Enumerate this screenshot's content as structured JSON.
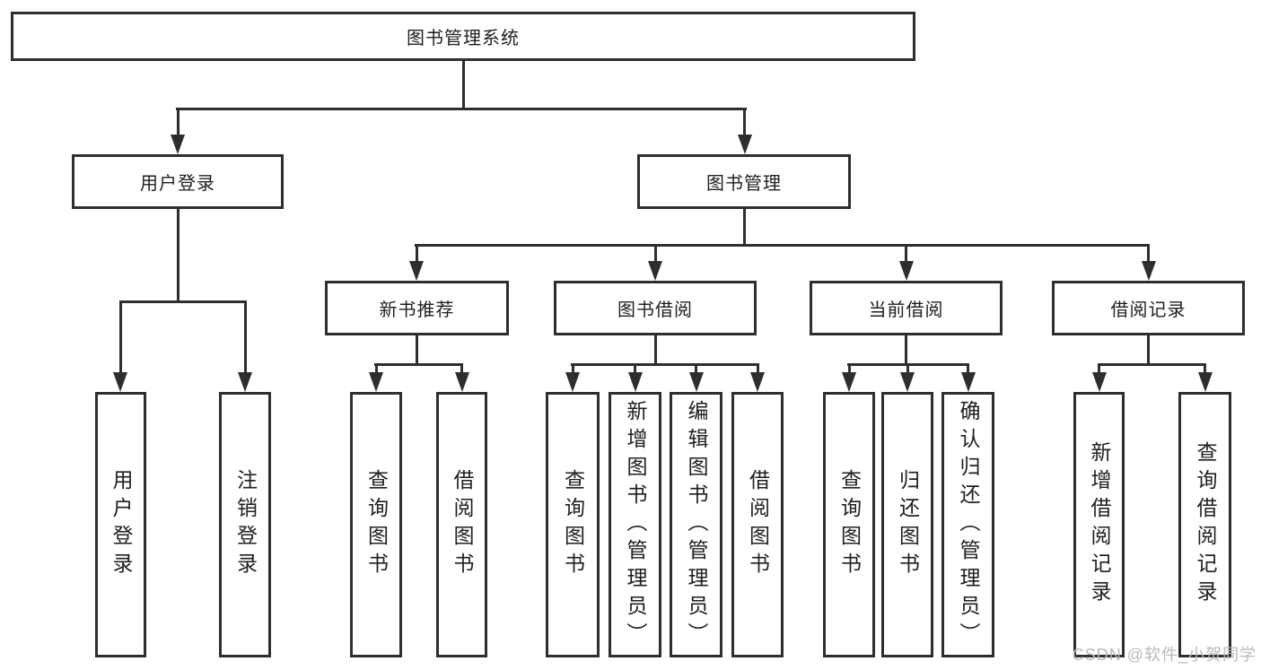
{
  "root": "图书管理系统",
  "modules": {
    "user_login": "用户登录",
    "book_management": "图书管理"
  },
  "submodules": {
    "new_book_recommend": "新书推荐",
    "book_borrow": "图书借阅",
    "current_borrow": "当前借阅",
    "borrow_records": "借阅记录"
  },
  "leaves": {
    "user_login": [
      "用户登录",
      "注销登录"
    ],
    "new_book_recommend": [
      "查询图书",
      "借阅图书"
    ],
    "book_borrow": [
      "查询图书",
      "新增图书（管理员）",
      "编辑图书（管理员）",
      "借阅图书"
    ],
    "current_borrow": [
      "查询图书",
      "归还图书",
      "确认归还（管理员）"
    ],
    "borrow_records": [
      "新增借阅记录",
      "查询借阅记录"
    ]
  },
  "watermark": "CSDN @软件_小贺同学",
  "colors": {
    "line": "#2e2e2e",
    "text": "#1f1f1f",
    "watermark": "#b9b9b9",
    "background": "#ffffff"
  }
}
